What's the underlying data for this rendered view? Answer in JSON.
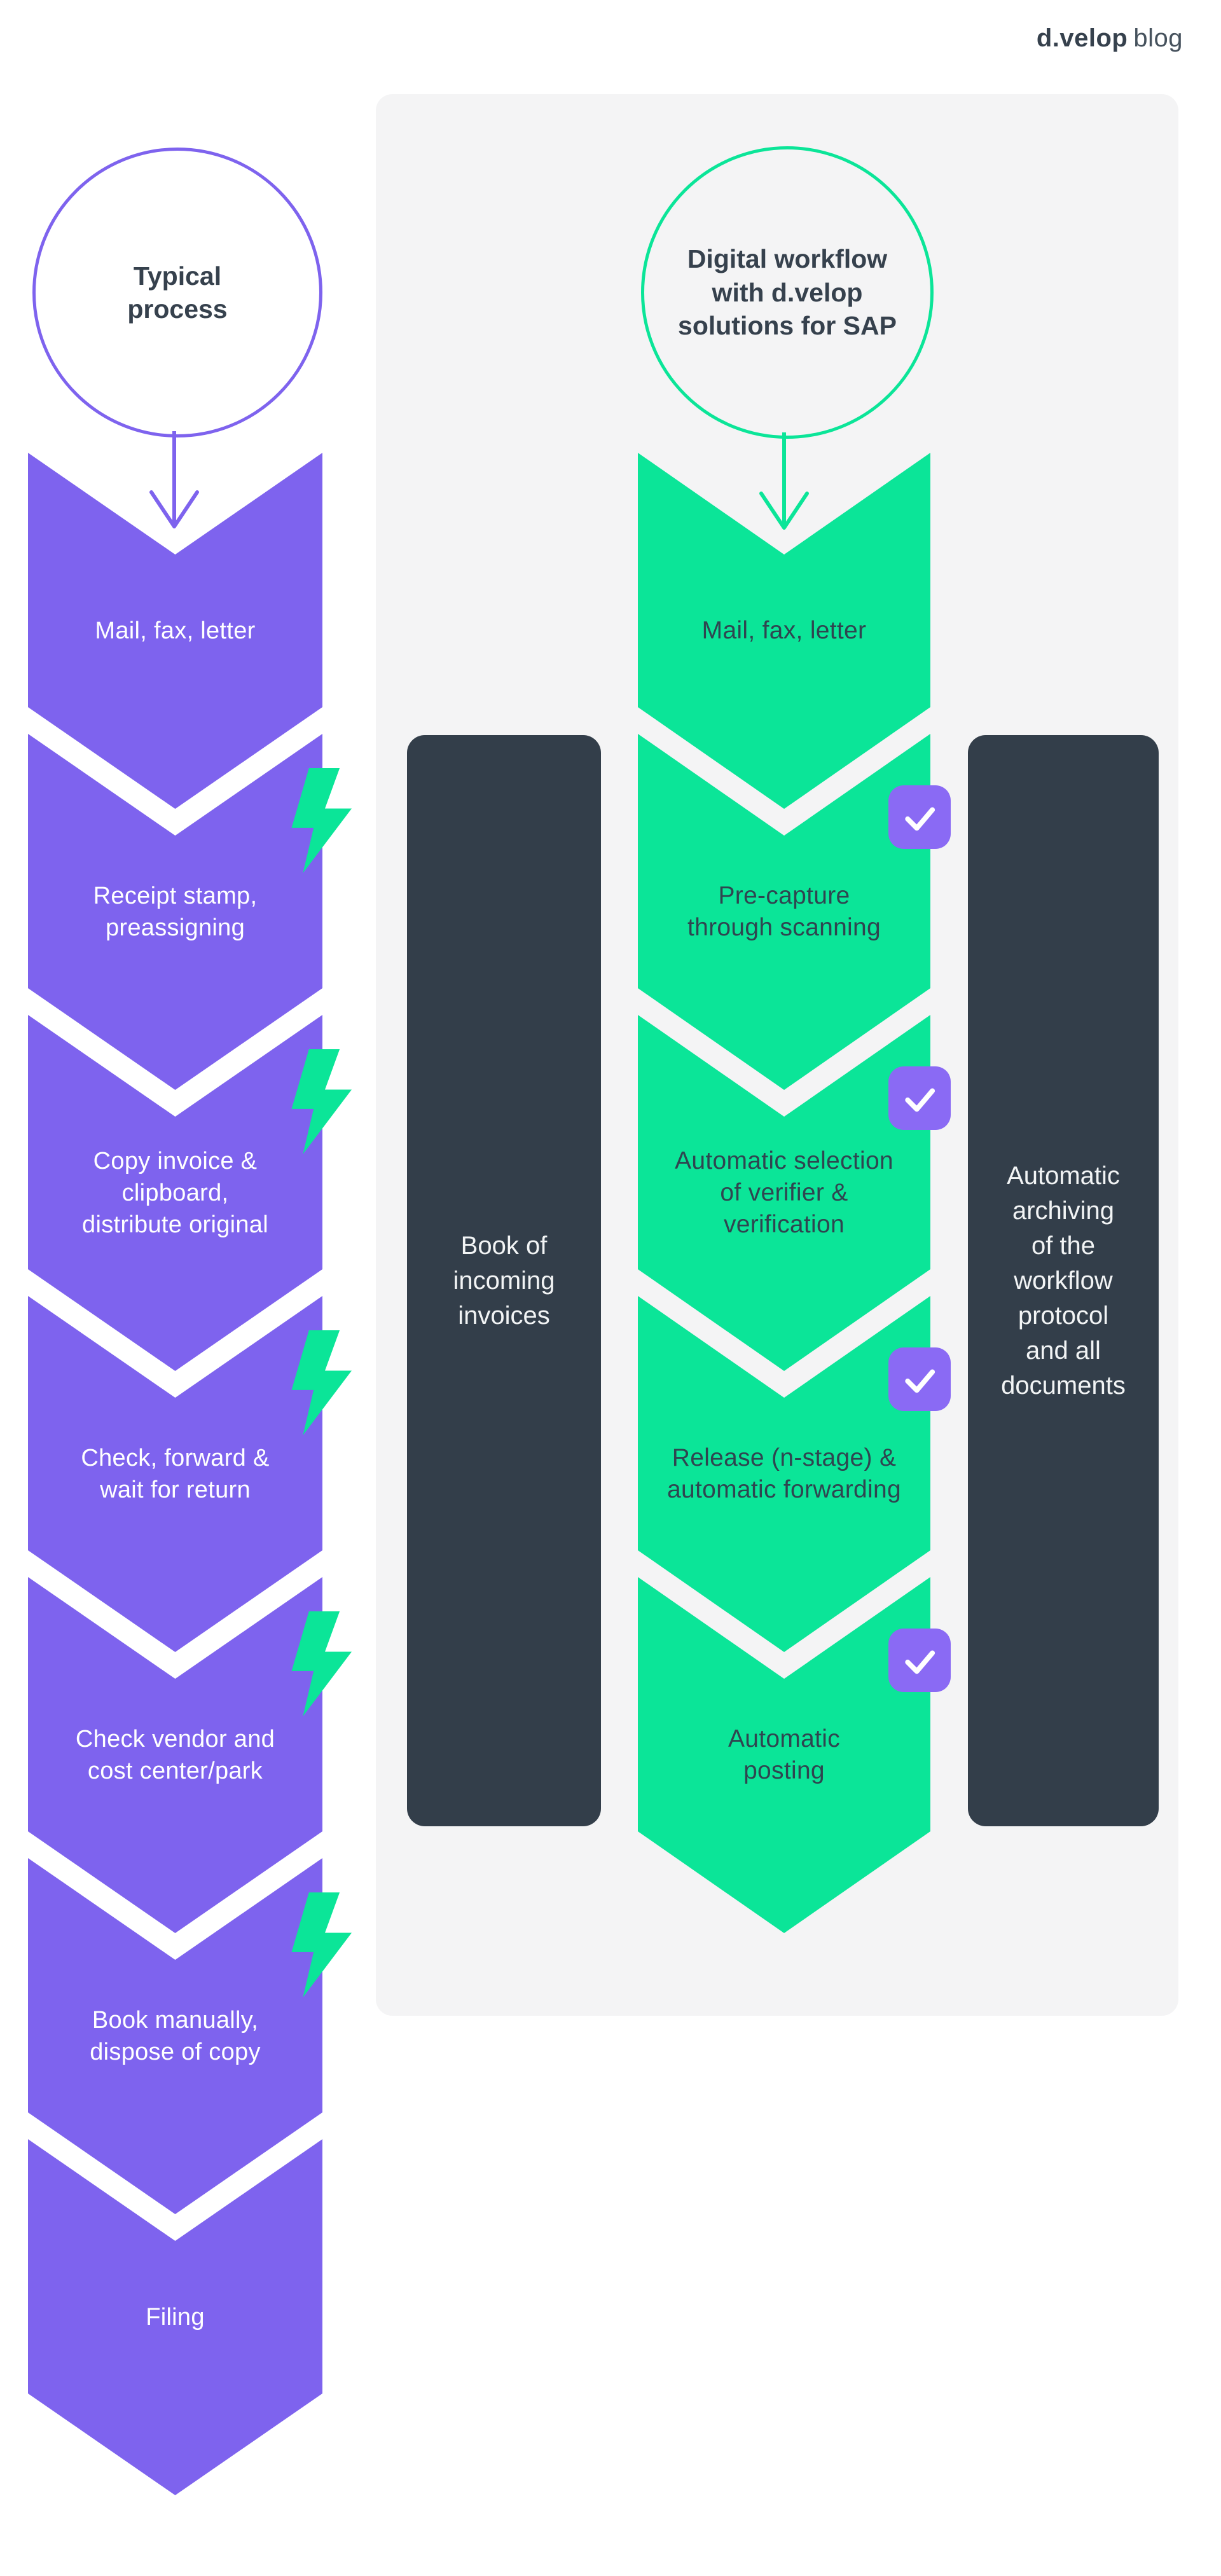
{
  "logo": {
    "brand": "d.velop",
    "suffix": "blog"
  },
  "colors": {
    "purple": "#7E63EE",
    "purple_badge": "#8A6AF4",
    "green": "#0BE598",
    "dark_box": "#333E4A",
    "panel": "#F4F4F5",
    "ink": "#36414D",
    "ink_on_green": "#2F4550",
    "white": "#FFFFFF"
  },
  "icons": {
    "lightning_bolt": "⚡",
    "checkmark": "✓",
    "arrow_down": "↓"
  },
  "typical_process": {
    "title": {
      "lines": [
        "Typical",
        "process"
      ]
    },
    "steps": [
      {
        "lines": [
          "Mail, fax, letter"
        ]
      },
      {
        "lines": [
          "Receipt stamp,",
          "preassigning"
        ]
      },
      {
        "lines": [
          "Copy invoice &",
          "clipboard,",
          "distribute original"
        ]
      },
      {
        "lines": [
          "Check, forward &",
          "wait for return"
        ]
      },
      {
        "lines": [
          "Check vendor and",
          "cost center/park"
        ]
      },
      {
        "lines": [
          "Book manually,",
          "dispose of copy"
        ]
      },
      {
        "lines": [
          "Filing"
        ]
      }
    ],
    "lightning_bolt_count": 5
  },
  "digital_workflow": {
    "title": {
      "lines": [
        "Digital workflow",
        "with d.velop",
        "solutions for SAP"
      ]
    },
    "steps": [
      {
        "lines": [
          "Mail, fax, letter"
        ]
      },
      {
        "lines": [
          "Pre-capture",
          "through scanning"
        ]
      },
      {
        "lines": [
          "Automatic selection",
          "of verifier &",
          "verification"
        ]
      },
      {
        "lines": [
          "Release (n-stage) &",
          "automatic forwarding"
        ]
      },
      {
        "lines": [
          "Automatic",
          "posting"
        ]
      }
    ],
    "checkmark_count": 4,
    "left_box": {
      "lines": [
        "Book of",
        "incoming",
        "invoices"
      ]
    },
    "right_box": {
      "lines": [
        "Automatic",
        "archiving",
        "of the",
        "workflow",
        "protocol",
        "and all",
        "documents"
      ]
    }
  }
}
